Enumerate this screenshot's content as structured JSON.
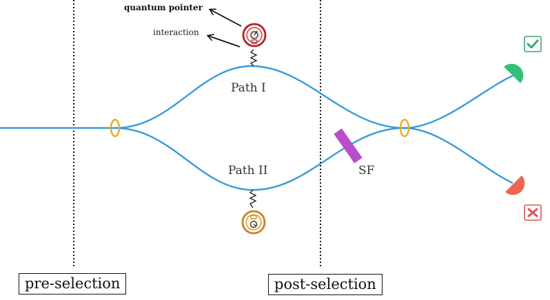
{
  "labels": {
    "quantum_pointer": "quantum pointer",
    "interaction": "interaction",
    "path_1": "Path I",
    "path_2": "Path II",
    "sf": "SF",
    "pre_selection": "pre-selection",
    "post_selection": "post-selection"
  },
  "colors": {
    "beam": "#3a9ad9",
    "beam_splitter": "#e8a820",
    "sf_plate": "#b84fc9",
    "pointer_top": "#b8262c",
    "pointer_bottom": "#c98a2a",
    "detector_good": "#33c07a",
    "detector_bad": "#f0654e",
    "check_badge": "#3aa76d",
    "cross_badge": "#e0505a"
  },
  "icons": {
    "success": "check-icon",
    "failure": "cross-icon"
  }
}
